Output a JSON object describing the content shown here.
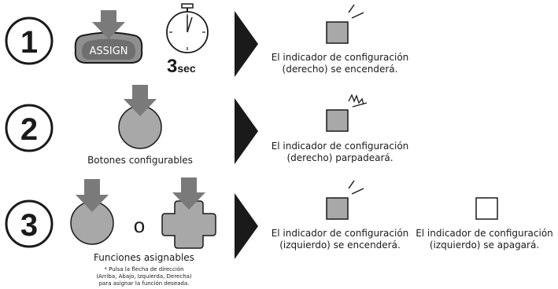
{
  "colors": {
    "gray_fill": "#a8a8a8",
    "dark_fill": "#6f6f6f",
    "ink": "#1a1a1a",
    "background": "#ffffff"
  },
  "steps": [
    {
      "number": "1",
      "button_label": "ASSIGN",
      "duration_number": "3",
      "duration_unit": "sec",
      "result": "El indicador de configuración\n(derecho) se encenderá."
    },
    {
      "number": "2",
      "caption": "Botones configurables",
      "result": "El indicador de configuración\n(derecho) parpadeará."
    },
    {
      "number": "3",
      "or_label": "o",
      "caption": "Funciones asignables",
      "note": "* Pulsa la flecha de dirección\n(Arriba, Abajo, Izquierda, Derecha)\npara asignar la función deseada.",
      "result_on": "El indicador de configuración\n(izquierdo) se encenderá.",
      "result_off": "El indicador de configuración\n(izquierdo) se apagará."
    }
  ]
}
